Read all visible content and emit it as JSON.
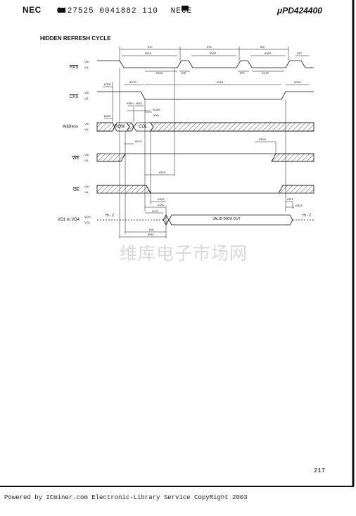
{
  "header": {
    "brand": "NEC",
    "code": "6427525 0041882 110",
    "tag": "NECE",
    "part_number": "μPD424400"
  },
  "title": "HIDDEN REFRESH CYCLE",
  "signals": {
    "ras": "RAS",
    "cas": "CAS",
    "address": "Address",
    "we": "WE",
    "oe": "OE",
    "io": "I/O1 to I/O4"
  },
  "levels": {
    "vih": "VIH",
    "vil": "VIL",
    "voh": "VOH",
    "vol": "VOL"
  },
  "bus_labels": {
    "row": "ROW",
    "col": "COL",
    "valid": "VALID DATA OUT",
    "hiz_left": "Hi - Z",
    "hiz_right": "Hi - Z"
  },
  "timing": {
    "trc1": "tRC",
    "trc2": "tRC",
    "trc3": "tRC",
    "tras1": "tRAS",
    "tras2": "tRAS",
    "tras3": "tRAS",
    "trp1": "tRP",
    "trp2": "tRP",
    "trp3": "tRP",
    "trsh": "tRSH",
    "tchr": "tCHR",
    "tcrp": "tCRP",
    "trcd": "tRCD",
    "tcas": "tCAS",
    "tcpn": "tCPN",
    "tasr": "tASR",
    "trah": "tRAH",
    "tasc": "tASC",
    "tcah": "tCAH",
    "tral": "tRAL",
    "trcs": "tRCS",
    "trrh": "tRRH",
    "toes": "tOES",
    "toea": "tOEA",
    "tcac": "tCAC",
    "tclz": "tCLZ",
    "toff": "tOFF",
    "toez": "tOEZ",
    "taa": "tAA",
    "trac": "tRAC"
  },
  "watermark": "维库电子市场网",
  "page_number": "217",
  "footer": "Powered by ICminer.com Electronic-Library Service CopyRight 2003"
}
